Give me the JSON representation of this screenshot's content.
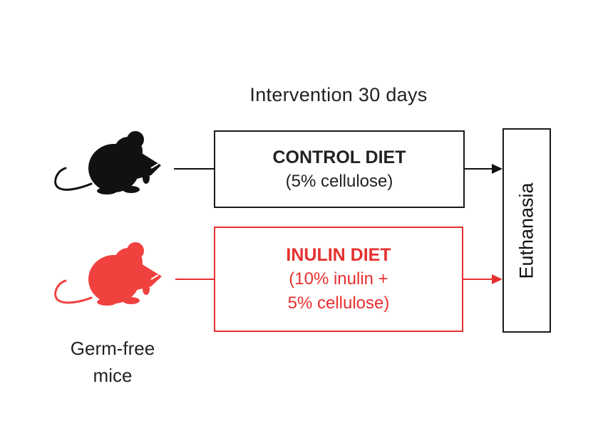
{
  "header": {
    "intervention_label": "Intervention 30 days"
  },
  "control_box": {
    "title": "CONTROL DIET",
    "subtitle": "(5% cellulose)"
  },
  "inulin_box": {
    "title": "INULIN DIET",
    "line1": "(10% inulin +",
    "line2": "5% cellulose)"
  },
  "endpoint": {
    "label": "Euthanasia"
  },
  "subjects": {
    "line1": "Germ-free",
    "line2": "mice"
  },
  "icons": {
    "control_mouse": "mouse-icon",
    "inulin_mouse": "mouse-icon"
  },
  "colors": {
    "control": "#111111",
    "inulin": "#f0413f",
    "inulin_text": "#e5312f"
  }
}
